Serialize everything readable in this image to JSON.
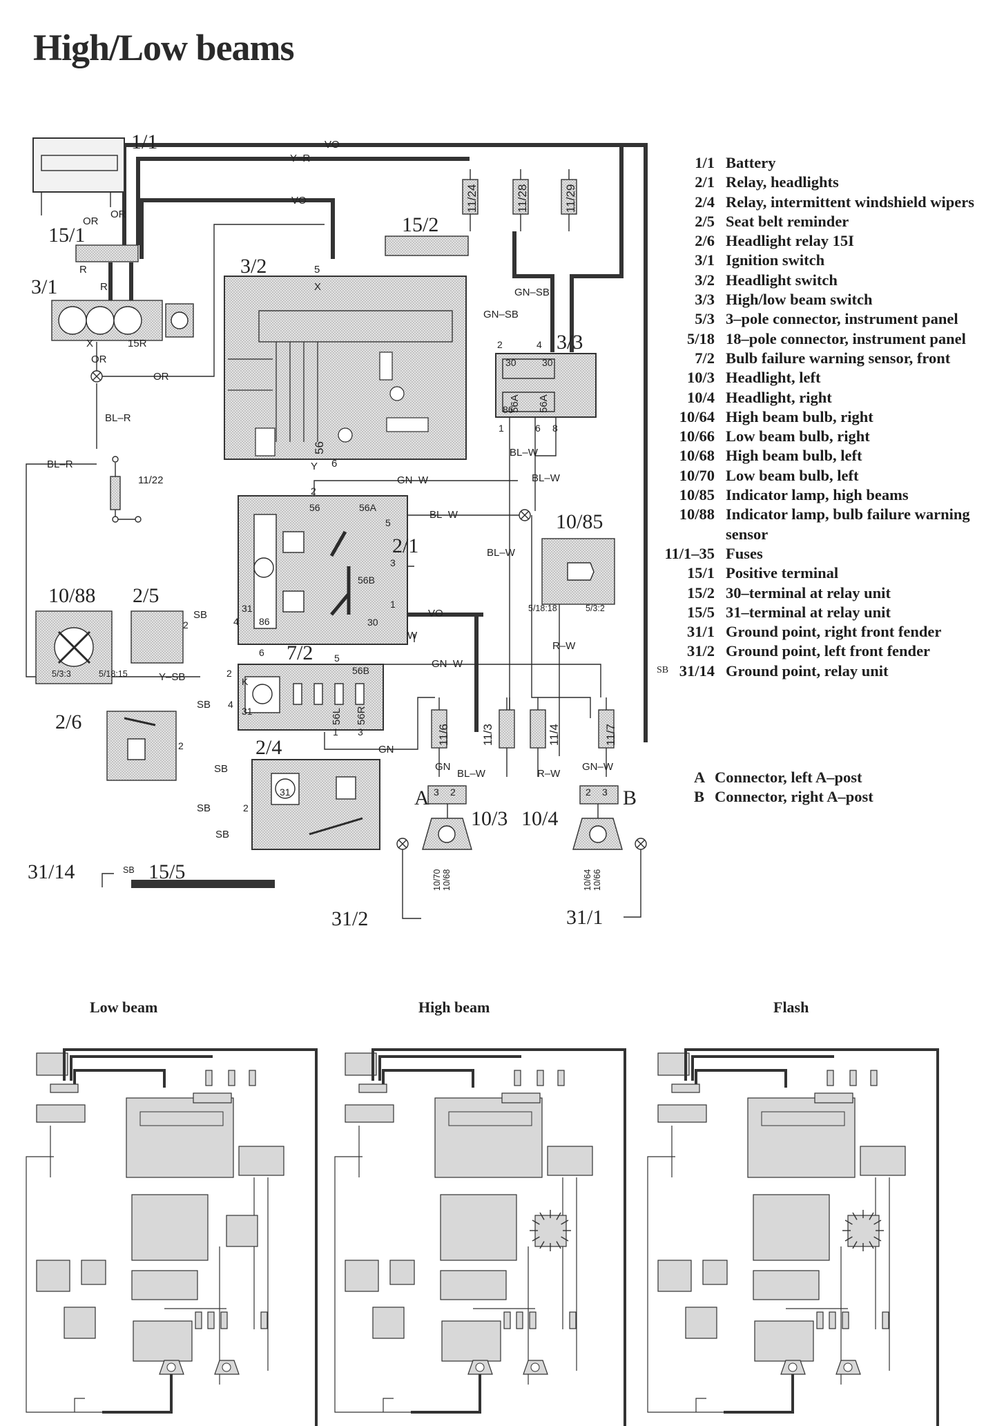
{
  "title": "High/Low beams",
  "components": [
    {
      "code": "1/1",
      "name": "Battery"
    },
    {
      "code": "2/1",
      "name": "Relay, headlights"
    },
    {
      "code": "2/4",
      "name": "Relay, intermittent windshield wipers"
    },
    {
      "code": "2/5",
      "name": "Seat belt reminder"
    },
    {
      "code": "2/6",
      "name": "Headlight relay 15I"
    },
    {
      "code": "3/1",
      "name": "Ignition switch"
    },
    {
      "code": "3/2",
      "name": "Headlight switch"
    },
    {
      "code": "3/3",
      "name": "High/low beam switch"
    },
    {
      "code": "5/3",
      "name": "3–pole connector, instrument panel"
    },
    {
      "code": "5/18",
      "name": "18–pole connector, instrument panel"
    },
    {
      "code": "7/2",
      "name": "Bulb failure warning sensor, front"
    },
    {
      "code": "10/3",
      "name": "Headlight, left"
    },
    {
      "code": "10/4",
      "name": "Headlight, right"
    },
    {
      "code": "10/64",
      "name": "High beam bulb, right"
    },
    {
      "code": "10/66",
      "name": "Low beam bulb, right"
    },
    {
      "code": "10/68",
      "name": "High beam bulb, left"
    },
    {
      "code": "10/70",
      "name": "Low beam bulb, left"
    },
    {
      "code": "10/85",
      "name": "Indicator lamp, high beams"
    },
    {
      "code": "10/88",
      "name": "Indicator lamp, bulb failure warning sensor"
    },
    {
      "code": "11/1–35",
      "name": "Fuses"
    },
    {
      "code": "15/1",
      "name": "Positive terminal"
    },
    {
      "code": "15/2",
      "name": "30–terminal at relay unit"
    },
    {
      "code": "15/5",
      "name": "31–terminal at relay unit"
    },
    {
      "code": "31/1",
      "name": "Ground point, right front fender"
    },
    {
      "code": "31/2",
      "name": "Ground point, left front fender"
    },
    {
      "code": "31/14",
      "name": "Ground point, relay unit"
    }
  ],
  "legend_sb": "SB",
  "connectors": [
    {
      "code": "A",
      "name": "Connector, left A–post"
    },
    {
      "code": "B",
      "name": "Connector, right A–post"
    }
  ],
  "wires": {
    "vo": "VO",
    "yr": "Y–R",
    "or": "OR",
    "r": "R",
    "x": "X",
    "blr": "BL–R",
    "gnsb": "GN–SB",
    "gnw": "GN–W",
    "blw": "BL–W",
    "rw": "R–W",
    "gn": "GN",
    "ysb": "Y–SB",
    "sb": "SB",
    "w": "W",
    "y": "Y"
  },
  "labels": {
    "c11": "1/1",
    "c151": "15/1",
    "c31": "3/1",
    "c152": "15/2",
    "c32": "3/2",
    "c33": "3/3",
    "c21": "2/1",
    "c1085": "10/85",
    "c1088": "10/88",
    "c25": "2/5",
    "c72": "7/2",
    "c26": "2/6",
    "c24": "2/4",
    "c103": "10/3",
    "c104": "10/4",
    "c3114": "31/14",
    "c155": "15/5",
    "c312": "31/2",
    "c311": "31/1",
    "fA": "A",
    "fB": "B",
    "f1124": "11/24",
    "f1128": "11/28",
    "f1129": "11/29",
    "f1122": "11/22",
    "f116": "11/6",
    "f113": "11/3",
    "f114": "11/4",
    "f117": "11/7",
    "p15r": "15R",
    "p5": "5",
    "p56": "56",
    "p6": "6",
    "p2": "2",
    "p4": "4",
    "p30": "30",
    "p86": "86",
    "p56A": "56A",
    "p1": "1",
    "p8": "8",
    "p3": "3",
    "p56B": "56B",
    "p31": "31",
    "pK": "K",
    "p56L": "56L",
    "p56R": "56R",
    "c5318": "5/18:18",
    "c532": "5/3:2",
    "c533": "5/3:3",
    "c51815": "5/18:15",
    "b1070": "10/70",
    "b1068": "10/68",
    "b1064": "10/64",
    "b1066": "10/66"
  },
  "modes": [
    "Low beam",
    "High beam",
    "Flash"
  ]
}
